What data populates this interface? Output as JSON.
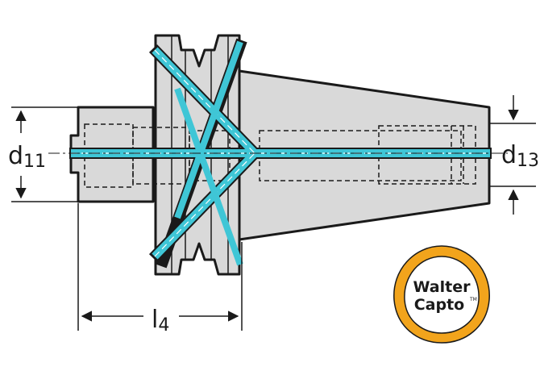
{
  "dimensions": {
    "d11": {
      "main": "d",
      "sub": "11"
    },
    "d13": {
      "main": "d",
      "sub": "13"
    },
    "l4": {
      "main": "l",
      "sub": "4"
    }
  },
  "logo": {
    "line1": "Walter",
    "line2": "Capto",
    "tm": "TM"
  },
  "colors": {
    "body": "#d9d9d9",
    "outline": "#1a1a1a",
    "coolant": "#3fc6d6",
    "logo_ring": "#f2a41c"
  }
}
